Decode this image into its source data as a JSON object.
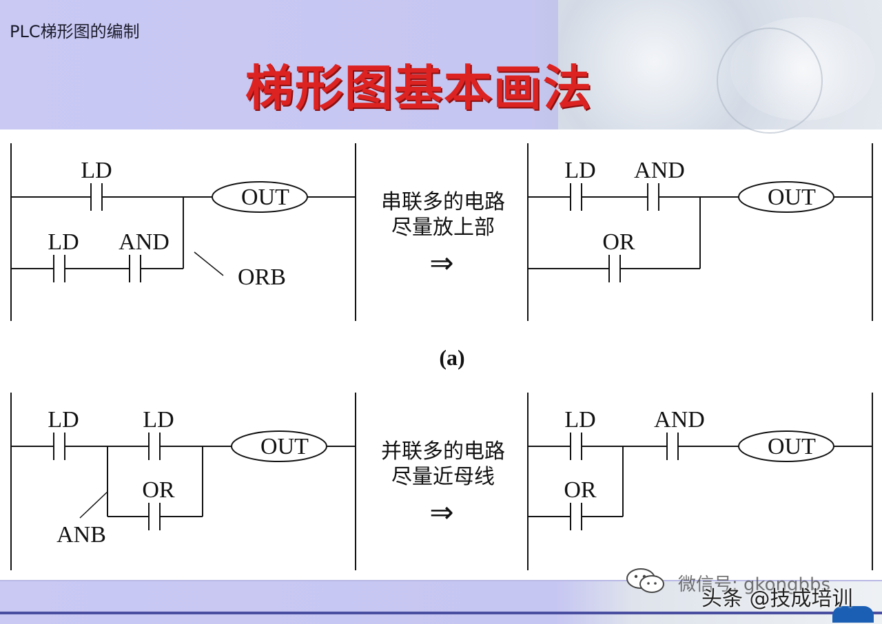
{
  "slide": {
    "subtitle": "PLC梯形图的编制",
    "title": "梯形图基本画法"
  },
  "diagram_a": {
    "left": {
      "rung1_label": "LD",
      "rung2_label1": "LD",
      "rung2_label2": "AND",
      "output": "OUT",
      "branch_label": "ORB"
    },
    "middle": {
      "rule_line1": "串联多的电路",
      "rule_line2": "尽量放上部",
      "arrow": "⇒"
    },
    "right": {
      "rung1_label1": "LD",
      "rung1_label2": "AND",
      "rung2_label": "OR",
      "output": "OUT"
    },
    "caption": "(a)"
  },
  "diagram_b": {
    "left": {
      "rung1_label1": "LD",
      "rung1_label2": "LD",
      "rung2_label": "OR",
      "output": "OUT",
      "branch_label": "ANB"
    },
    "middle": {
      "rule_line1": "并联多的电路",
      "rule_line2": "尽量近母线",
      "arrow": "⇒"
    },
    "right": {
      "rung1_label1": "LD",
      "rung1_label2": "AND",
      "rung2_label": "OR",
      "output": "OUT"
    }
  },
  "watermarks": {
    "wechat": "微信号: gkongbbs",
    "toutiao": "头条 @技成培训"
  }
}
